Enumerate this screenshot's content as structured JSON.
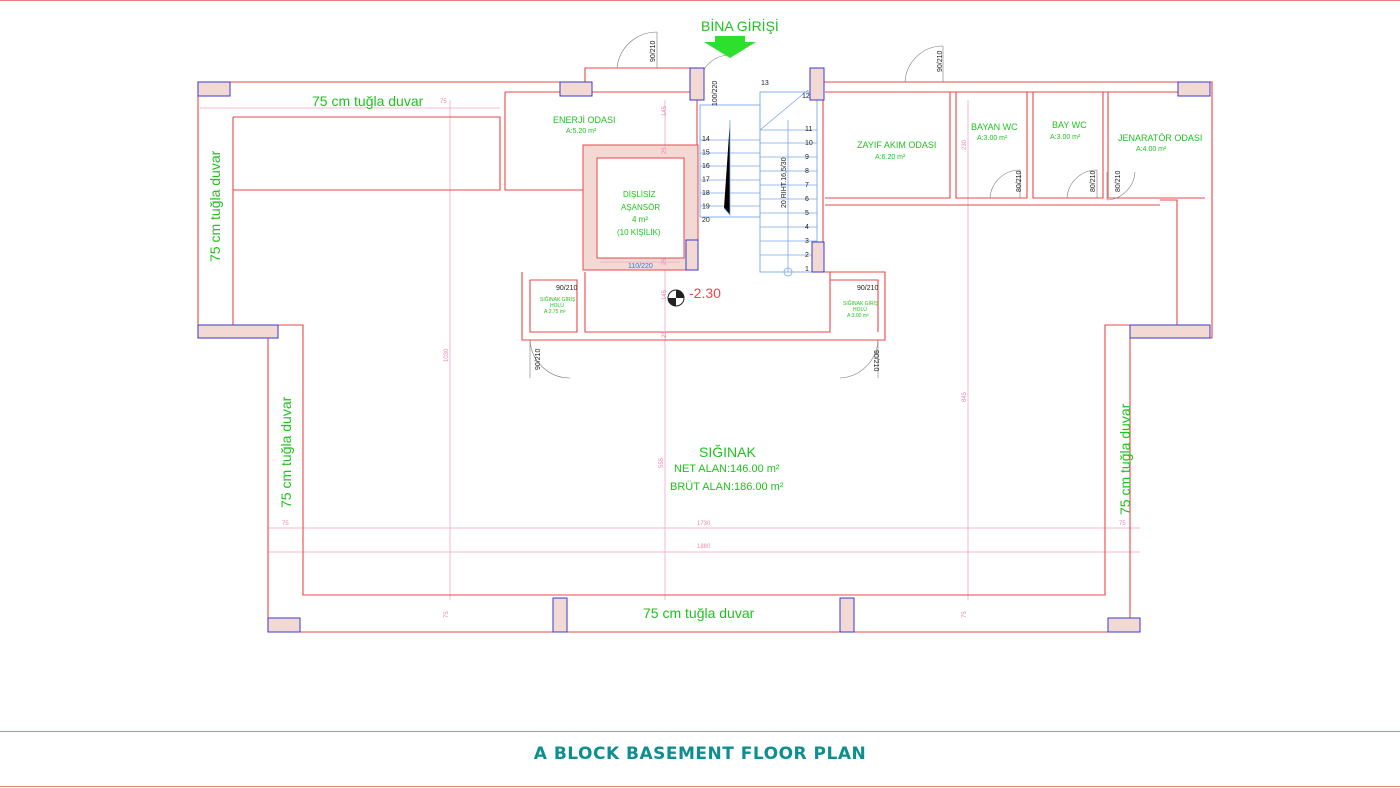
{
  "title": "A BLOCK BASEMENT FLOOR PLAN",
  "entrance": {
    "label": "BİNA GİRİŞİ"
  },
  "walls": {
    "top": "75 cm tuğla duvar",
    "left_upper": "75 cm tuğla duvar",
    "left_lower": "75 cm tuğla duvar",
    "right_lower": "75 cm tuğla duvar",
    "bottom": "75 cm tuğla duvar"
  },
  "rooms": {
    "enerji": {
      "name": "ENERJİ ODASI",
      "area": "A:5.20 m²"
    },
    "elevator": {
      "name1": "DİŞLİSİZ",
      "name2": "AŞANSÖR",
      "area": "4 m²",
      "cap": "(10 KİŞİLİK)"
    },
    "zayif": {
      "name": "ZAYIF AKIM ODASI",
      "area": "A:6.20 m²"
    },
    "bayan": {
      "name": "BAYAN WC",
      "area": "A:3.00 m²"
    },
    "bay": {
      "name": "BAY WC",
      "area": "A:3.00 m²"
    },
    "jenerator": {
      "name": "JENARATÖR ODASI",
      "area": "A:4.00 m²"
    },
    "hol_left": {
      "line1": "SIĞINAK GİRİŞ",
      "line2": "HOLÜ",
      "area": "A:2.75 m²"
    },
    "hol_right": {
      "line1": "SIĞINAK GİRİŞ",
      "line2": "HOLÜ",
      "area": "A:3.00 m²"
    },
    "siginak": {
      "name": "SIĞINAK",
      "net": "NET ALAN:146.00 m²",
      "brut": "BRÜT ALAN:186.00 m²"
    }
  },
  "level": "-2.30",
  "stairs": {
    "label": "20 RIHT.16,5/30",
    "left_steps": [
      "14",
      "15",
      "16",
      "17",
      "18",
      "19",
      "20"
    ],
    "right_steps": [
      "11",
      "10",
      "9",
      "8",
      "7",
      "6",
      "5",
      "4",
      "3",
      "2",
      "1"
    ],
    "top_left": "13",
    "top_right": "12"
  },
  "doors": {
    "entrance_door": "90/210",
    "stair_door": "100/220",
    "zayif_door": "90/210",
    "bayan_door": "80/210",
    "bay_door": "80/210",
    "jen_door": "80/210",
    "elevator_door": "110/220",
    "hol_left_door": "90/210",
    "hol_right_door": "90/210",
    "hol_left_out": "90/210",
    "hol_right_out": "90/210"
  },
  "dims": {
    "d75_top": "75",
    "d145": "145",
    "d25_a": "25",
    "d25_b": "25",
    "d25_c": "25",
    "d145_b": "145",
    "d230": "230",
    "d1030": "1030",
    "d555": "555",
    "d845": "845",
    "d75_l": "75",
    "d75_r": "75",
    "d1730": "1730",
    "d1880": "1880",
    "d75_bl": "75",
    "d75_br": "75"
  },
  "colors": {
    "label": "#1fc21f",
    "wall": "#e8484a",
    "footer": "#0e8f8f",
    "dimension": "#f4a5c8"
  }
}
